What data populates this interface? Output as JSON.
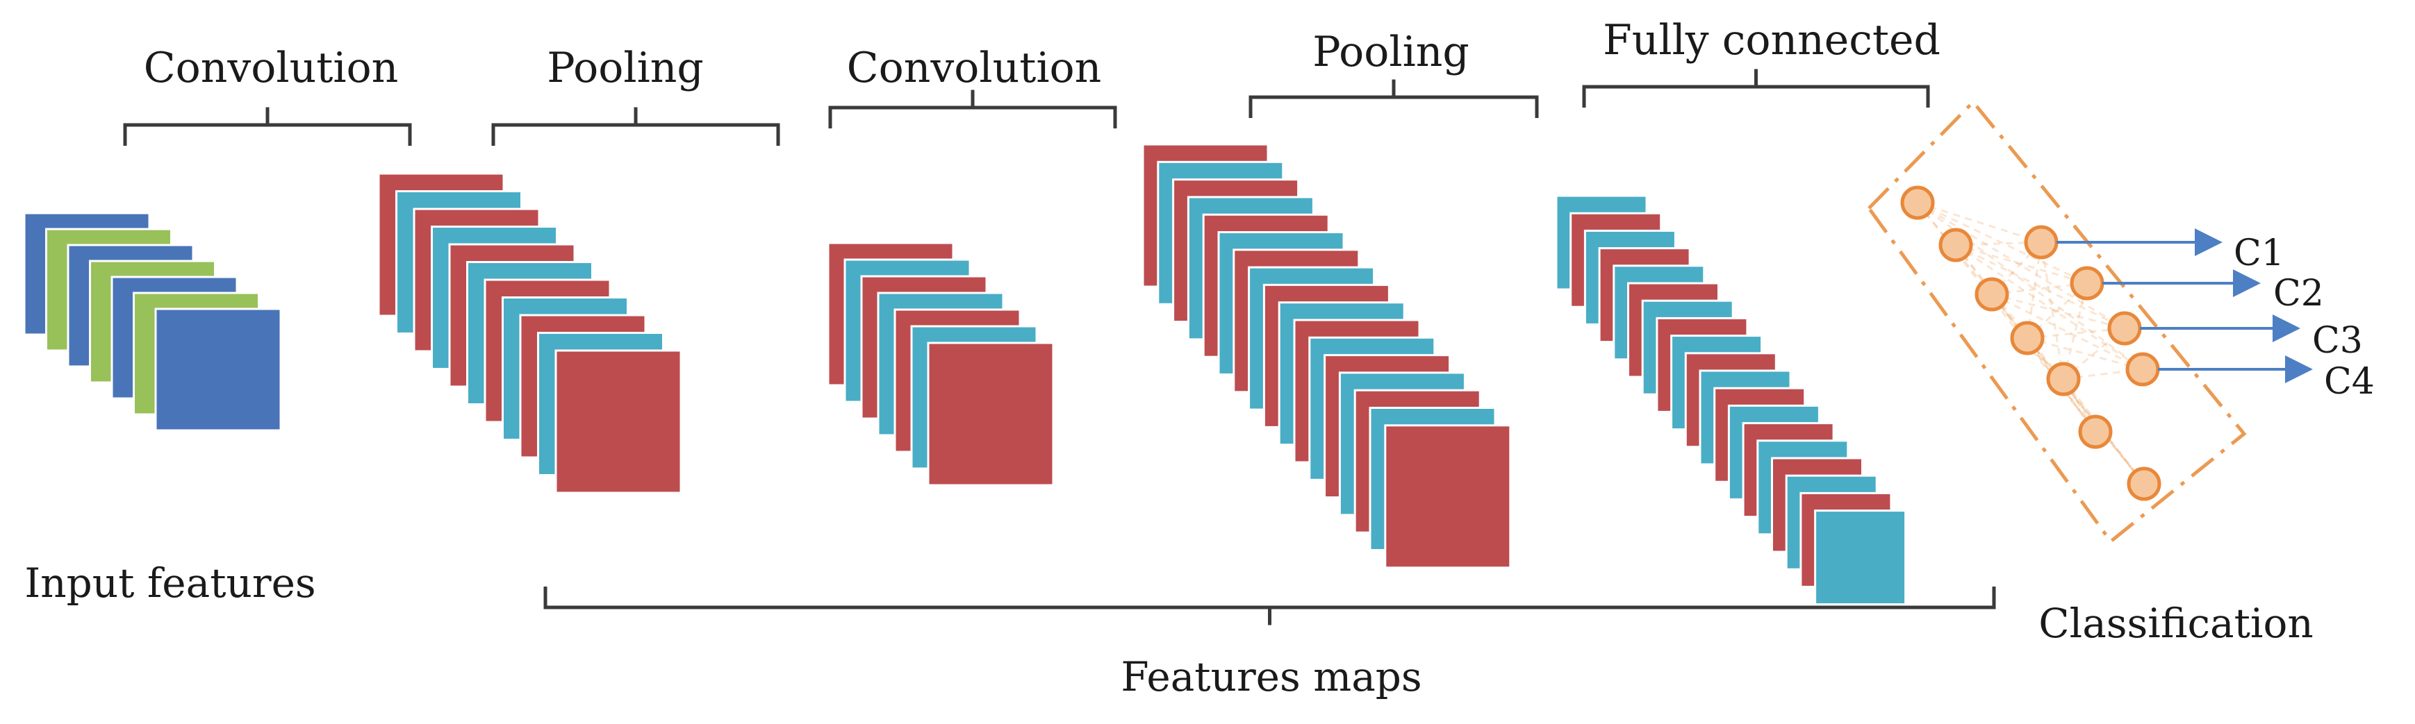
{
  "labels": {
    "conv1": "Convolution",
    "pool1": "Pooling",
    "conv2": "Convolution",
    "pool2": "Pooling",
    "fc": "Fully connected",
    "input": "Input features",
    "features": "Features maps",
    "classification": "Classification"
  },
  "classes": [
    "C1",
    "C2",
    "C3",
    "C4"
  ],
  "colors": {
    "blue": "#4a74b8",
    "green": "#98c15a",
    "red": "#bd4c4f",
    "teal": "#49adc6",
    "neuron_fill": "#f6c79c",
    "neuron_stroke": "#e8883a",
    "outline": "#eb9a52",
    "arrow": "#4d7fc4",
    "brace": "#3a3a3a",
    "text": "#1a1a1a"
  }
}
